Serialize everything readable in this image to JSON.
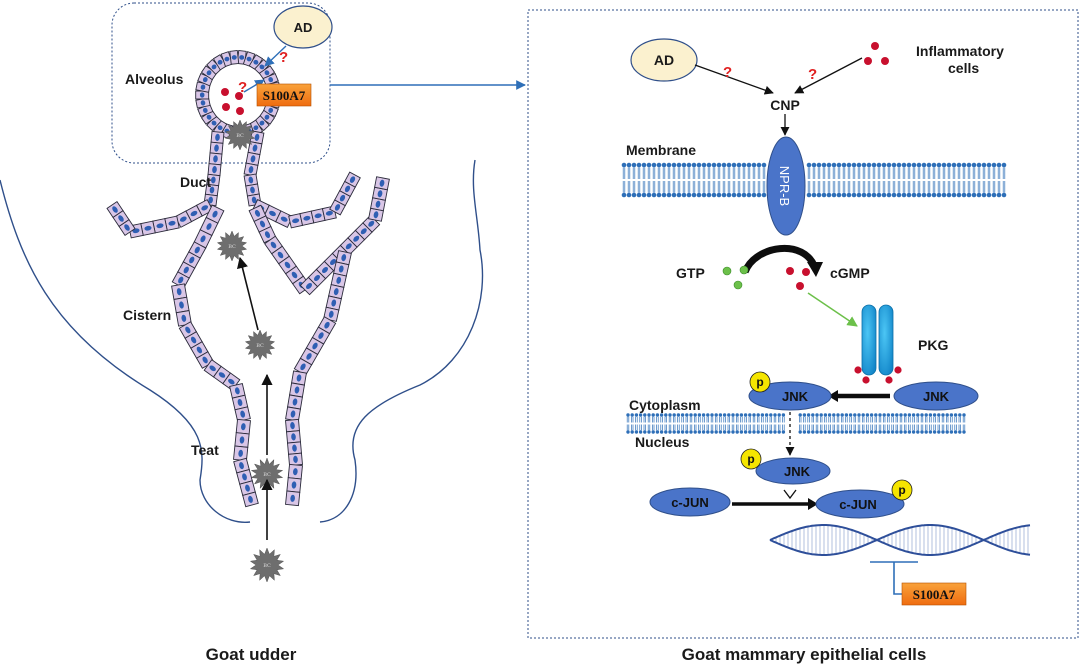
{
  "colors": {
    "cell_fill": "#d9c6e6",
    "nucleus": "#2f5fb3",
    "protein": "#4a74c9",
    "pkg": "#1aa3e0",
    "membrane": "#2e6fb8",
    "bc": "#6e6e6e",
    "red_dot": "#c8102e",
    "green_dot": "#6cc04a",
    "p_badge": "#f5e500",
    "tag_fill": "#f58220",
    "question": "#e02020",
    "ad_fill": "#fbf1cf"
  },
  "left": {
    "caption": "Goat udder",
    "labels": {
      "alveolus": "Alveolus",
      "duct": "Duct",
      "cistern": "Cistern",
      "teat": "Teat",
      "ad": "AD",
      "s100a7": "S100A7",
      "question": "?",
      "bc": "BC"
    }
  },
  "right": {
    "caption": "Goat mammary epithelial cells",
    "labels": {
      "ad": "AD",
      "inflammatory": "Inflammatory",
      "inflammatory_2": "cells",
      "question": "?",
      "cnp": "CNP",
      "membrane": "Membrane",
      "nprb": "NPR-B",
      "gtp": "GTP",
      "cgmp": "cGMP",
      "pkg": "PKG",
      "jnk": "JNK",
      "p": "p",
      "cytoplasm": "Cytoplasm",
      "nucleus": "Nucleus",
      "cjun": "c-JUN",
      "s100a7": "S100A7"
    }
  }
}
